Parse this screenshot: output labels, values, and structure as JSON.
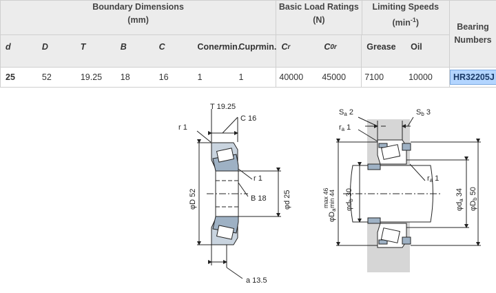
{
  "table": {
    "headers": {
      "boundary": "Boundary Dimensions",
      "boundary_unit": "(mm)",
      "basic_load": "Basic Load Ratings",
      "basic_load_unit": "(N)",
      "limiting": "Limiting Speeds",
      "limiting_unit": "(min",
      "limiting_unit_sup": "-1",
      "limiting_unit_end": ")",
      "bearing": "Bearing",
      "bearing2": "Numbers"
    },
    "subheaders": {
      "d": "d",
      "D": "D",
      "T": "T",
      "B": "B",
      "C": "C",
      "cone_r": "Cone ",
      "cone_r_var": "r",
      "cone_r_min": "min.",
      "cup_r": "Cup ",
      "cup_r_var": "r",
      "cup_r_min": "min.",
      "cr": "C",
      "cr_sub": "r",
      "c0r": "C",
      "c0r_sub": "0r",
      "grease": "Grease",
      "oil": "Oil"
    },
    "row": {
      "d": "25",
      "D": "52",
      "T": "19.25",
      "B": "18",
      "C": "16",
      "cone_r": "1",
      "cup_r": "1",
      "cr": "40000",
      "c0r": "45000",
      "grease": "7100",
      "oil": "10000",
      "bearing_number": "HR32205J"
    }
  },
  "drawing_left": {
    "T": "T 19.25",
    "C": "C 16",
    "r1_top": "r 1",
    "r1_inner": "r 1",
    "B": "B 18",
    "D": "φD 52",
    "d": "φd 25",
    "a": "a 13.5"
  },
  "drawing_right": {
    "sa": "S",
    "sa_sub": "a",
    "sa_val": " 2",
    "sb": "S",
    "sb_sub": "b",
    "sb_val": " 3",
    "ra_top": "r",
    "ra_top_sub": "a",
    "ra_top_val": " 1",
    "ra_right": "r",
    "ra_right_sub": "a",
    "ra_right_val": " 1",
    "Da": "φD",
    "Da_sub": "a",
    "Da_max": "max 46",
    "Da_min": "min 44",
    "db": "φd",
    "db_sub": "b",
    "db_val": " 30",
    "da": "φd",
    "da_sub": "a",
    "da_val": " 34",
    "Db": "φD",
    "Db_sub": "b",
    "Db_val": " 50"
  },
  "colors": {
    "header_bg": "#ececec",
    "link_bg": "#b3d5ff",
    "bearing_fill": "#aab8c8",
    "shaft_fill": "#d6d6d6"
  }
}
